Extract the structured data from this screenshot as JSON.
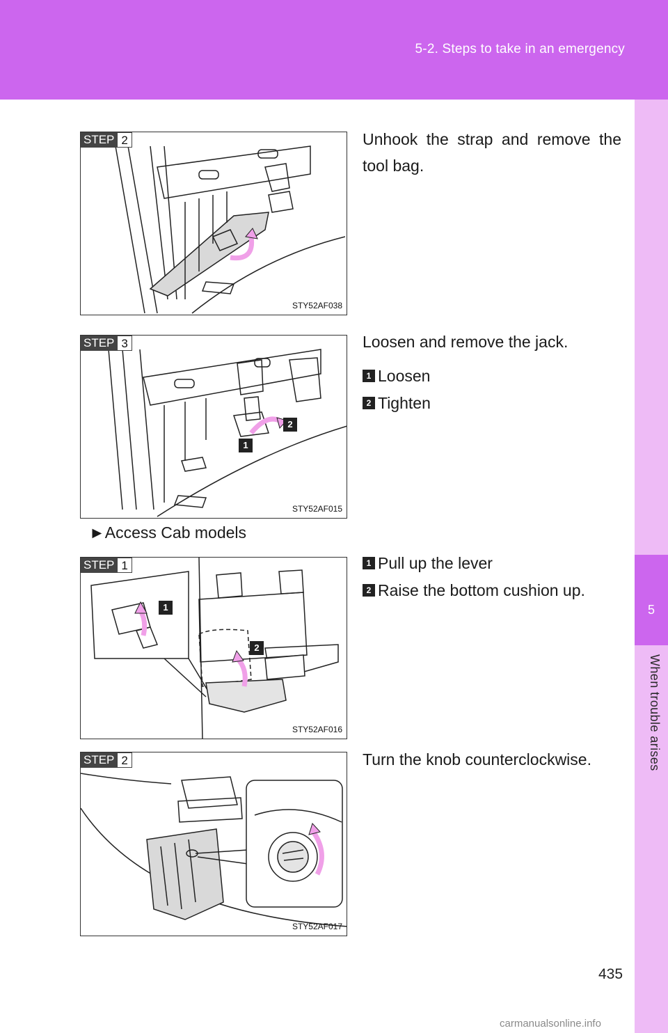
{
  "header": {
    "section_title": "5-2. Steps to take in an emergency"
  },
  "side_tab": {
    "chapter_number": "5",
    "chapter_label": "When trouble arises"
  },
  "steps": [
    {
      "step_word": "STEP",
      "step_number": "2",
      "figure_code": "STY52AF038",
      "text": "Unhook the strap and remove the tool bag."
    },
    {
      "step_word": "STEP",
      "step_number": "3",
      "figure_code": "STY52AF015",
      "text": "Loosen and remove the jack.",
      "items": [
        {
          "num": "1",
          "label": "Loosen"
        },
        {
          "num": "2",
          "label": "Tighten"
        }
      ]
    },
    {
      "step_word": "STEP",
      "step_number": "1",
      "figure_code": "STY52AF016",
      "items": [
        {
          "num": "1",
          "label": "Pull up the lever"
        },
        {
          "num": "2",
          "label": "Raise the bottom cushion up."
        }
      ]
    },
    {
      "step_word": "STEP",
      "step_number": "2",
      "figure_code": "STY52AF017",
      "text": "Turn the knob counterclockwise."
    }
  ],
  "section_heading": {
    "marker": "►",
    "label": "Access Cab models"
  },
  "page_number": "435",
  "watermark": "carmanualsonline.info",
  "colors": {
    "header": "#cc66ee",
    "side_tab_light": "#eebbf6",
    "arrow": "#f0a0e8"
  }
}
